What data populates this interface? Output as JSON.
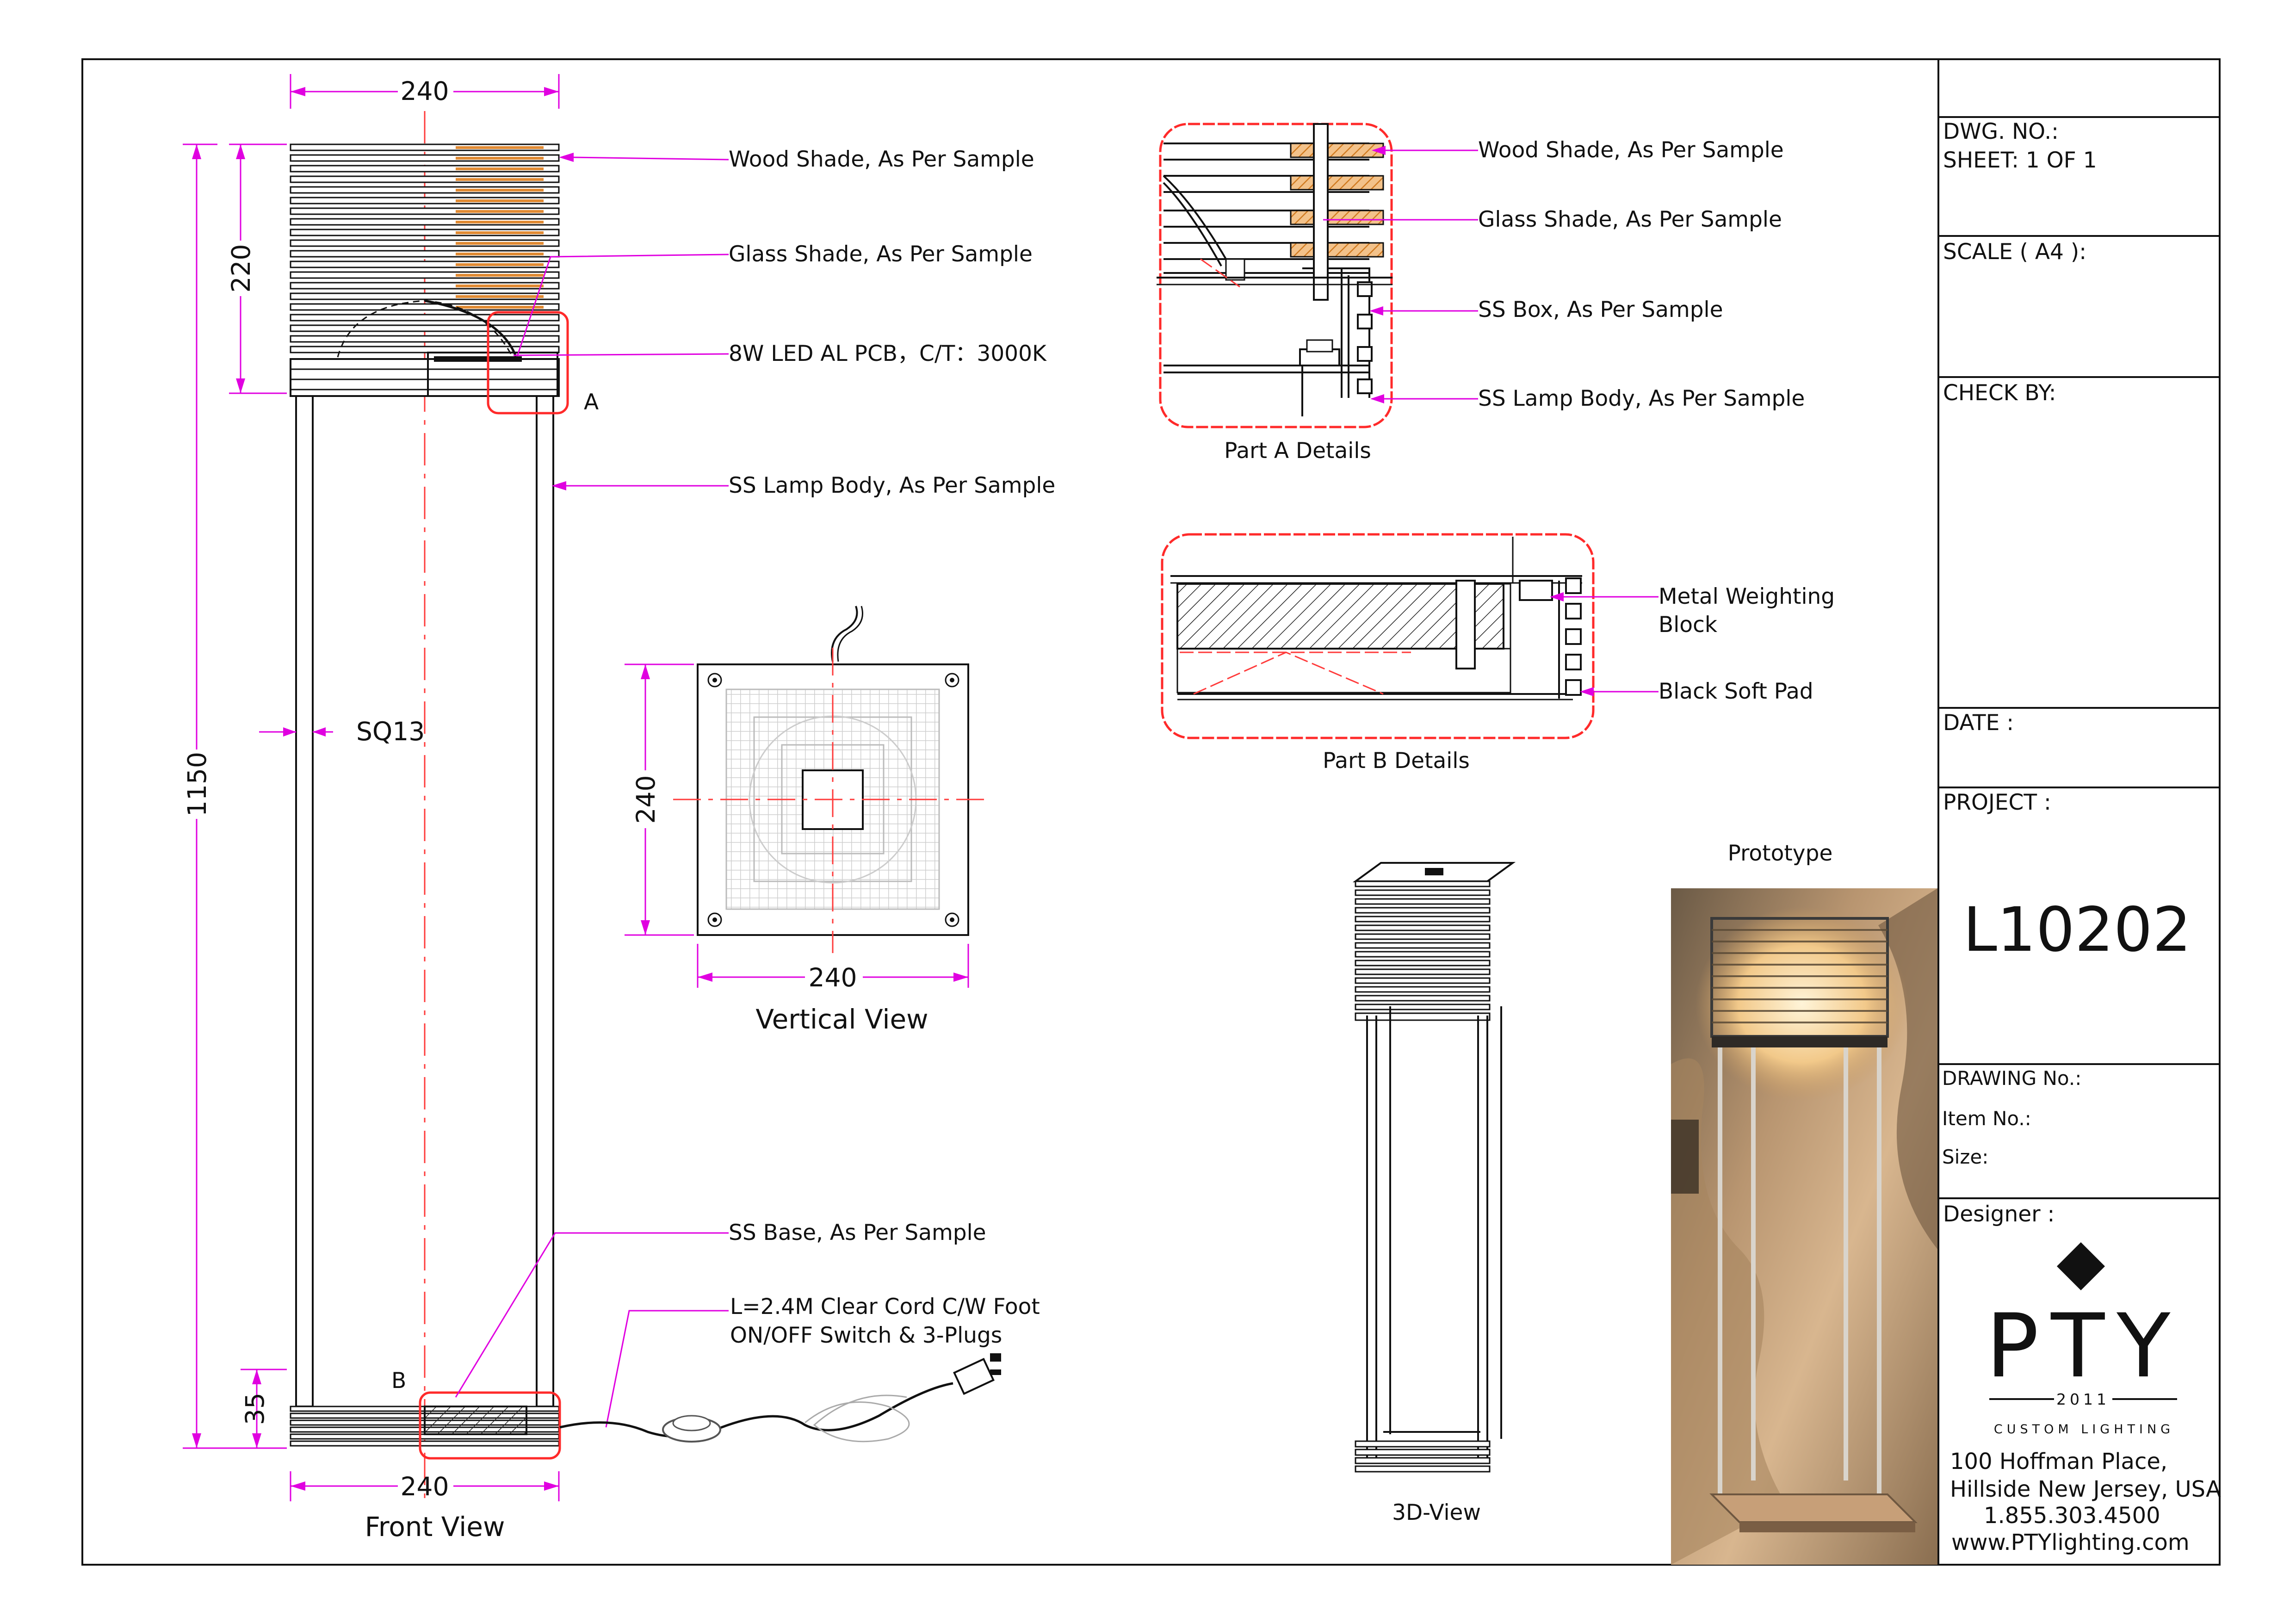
{
  "front_view": {
    "title": "Front View",
    "dims": {
      "top_width": "240",
      "bottom_width": "240",
      "shade_height": "220",
      "total_height": "1150",
      "base_height": "35",
      "post": "SQ13"
    },
    "markers": {
      "a": "A",
      "b": "B"
    },
    "callouts": {
      "wood_shade": "Wood Shade, As Per Sample",
      "glass_shade": "Glass Shade, As Per Sample",
      "led": "8W LED AL PCB，C/T：3000K",
      "lamp_body": "SS Lamp Body, As Per Sample",
      "base": "SS Base, As Per Sample",
      "cord_line1": "L=2.4M Clear Cord C/W Foot",
      "cord_line2": "ON/OFF Switch & 3-Plugs"
    }
  },
  "vertical_view": {
    "title": "Vertical View",
    "dim_width": "240",
    "dim_height": "240"
  },
  "part_a": {
    "title": "Part A Details",
    "callouts": {
      "wood_shade": "Wood Shade, As Per Sample",
      "glass_shade": "Glass Shade, As Per Sample",
      "ss_box": "SS Box, As Per Sample",
      "lamp_body": "SS Lamp Body, As Per Sample"
    }
  },
  "part_b": {
    "title": "Part B Details",
    "callouts": {
      "weight_line1": "Metal Weighting",
      "weight_line2": "Block",
      "pad": "Black Soft Pad"
    }
  },
  "view_3d": {
    "title": "3D-View"
  },
  "prototype": {
    "title": "Prototype"
  },
  "title_block": {
    "dwg_no": "DWG. NO.:",
    "sheet": "SHEET: 1 OF 1",
    "scale": "SCALE ( A4 ):",
    "check_by": "CHECK BY:",
    "date": "DATE :",
    "project": "PROJECT :",
    "project_code": "L10202",
    "drawing_no": "DRAWING No.:",
    "item_no": "Item No.:",
    "size": "Size:",
    "designer": "Designer :",
    "logo": {
      "name": "PTY",
      "year": "2011",
      "tagline": "CUSTOM LIGHTING"
    },
    "address": [
      "100 Hoffman Place,",
      "Hillside New Jersey, USA",
      "1.855.303.4500",
      "www.PTYlighting.com"
    ]
  },
  "colors": {
    "dimension": "#e000e0",
    "centerline": "#ff3b3b",
    "detail_cloud": "#ff2a2a",
    "wood_hatch": "#e08a33",
    "ink": "#111111"
  }
}
